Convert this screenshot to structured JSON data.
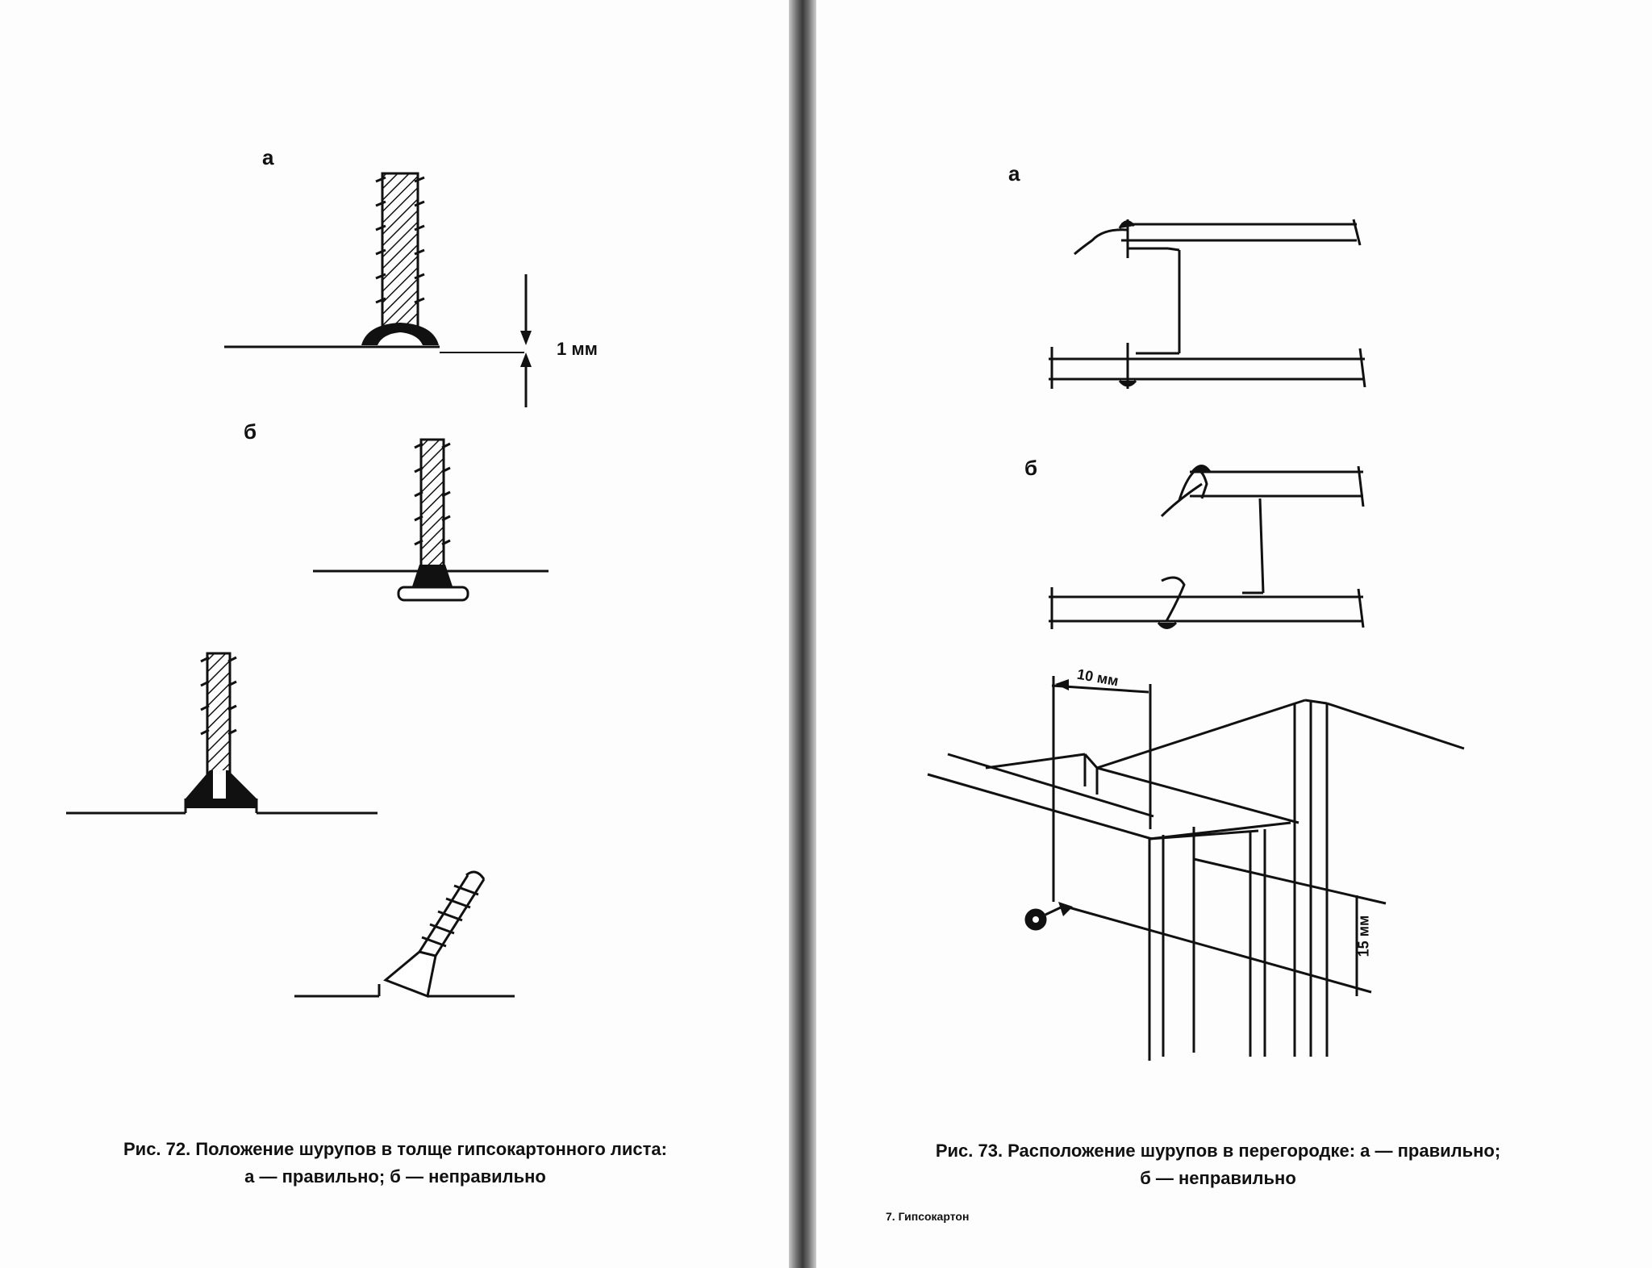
{
  "figure72": {
    "label_a": "а",
    "label_b": "б",
    "dimension": "1 мм",
    "caption_line1": "Рис. 72. Положение шурупов в толще гипсокартонного листа:",
    "caption_line2": "а — правильно; б — неправильно"
  },
  "figure73": {
    "label_a": "а",
    "label_b": "б",
    "dimension_10": "10 мм",
    "dimension_15": "15 мм",
    "caption_line1": "Рис. 73. Расположение шурупов в перегородке: а — правильно;",
    "caption_line2": "б — неправильно"
  },
  "footer": {
    "text": "7. Гипсокартон"
  }
}
